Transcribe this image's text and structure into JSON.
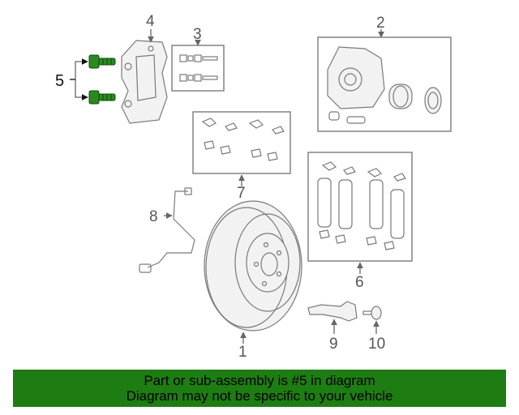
{
  "diagram": {
    "callouts": {
      "c1": "1",
      "c2": "2",
      "c3": "3",
      "c4": "4",
      "c5": "5",
      "c6": "6",
      "c7": "7",
      "c8": "8",
      "c9": "9",
      "c10": "10"
    },
    "highlight_color": "#1e7d12"
  },
  "footer": {
    "line1": "Part or sub-assembly is #5 in diagram",
    "line2": "Diagram may not be specific to your vehicle"
  }
}
